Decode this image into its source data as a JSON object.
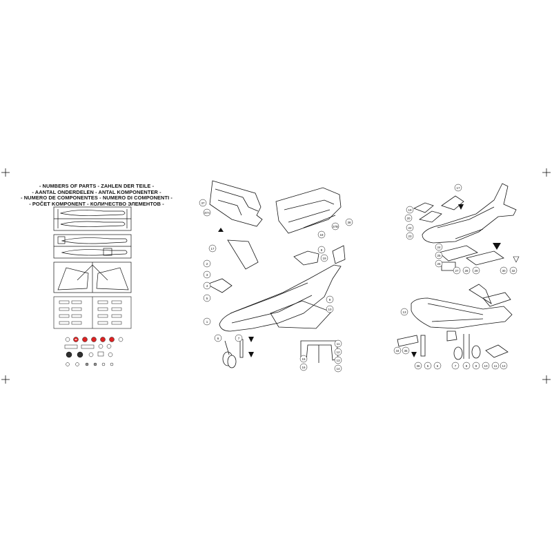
{
  "title_lines": [
    "- NUMBERS OF PARTS - ZAHLEN DER TEILE -",
    "- AANTAL ONDERDELEN - ANTAL KOMPONENTER -",
    "- NUMERO DE COMPONENTES - NUMERO DI COMPONENTI -",
    "- POČET KOMPONENT - КОЛИЧЕСТВО ЭЛЕМЕНТОВ -"
  ],
  "callouts": {
    "panel_b": [
      "37",
      "37A",
      "37B",
      "38",
      "18",
      "19",
      "1",
      "2",
      "3",
      "4",
      "5",
      "6",
      "7",
      "8",
      "9",
      "10",
      "11",
      "12",
      "13",
      "14",
      "15",
      "16",
      "17"
    ],
    "panel_c": [
      "17",
      "19",
      "20",
      "22",
      "23",
      "24",
      "25",
      "26",
      "27",
      "28",
      "29",
      "30",
      "32",
      "34",
      "35",
      "36",
      "5",
      "6",
      "7",
      "8",
      "9",
      "10",
      "11",
      "12",
      "13"
    ]
  },
  "colors": {
    "ink": "#111111",
    "paper": "#ffffff"
  }
}
